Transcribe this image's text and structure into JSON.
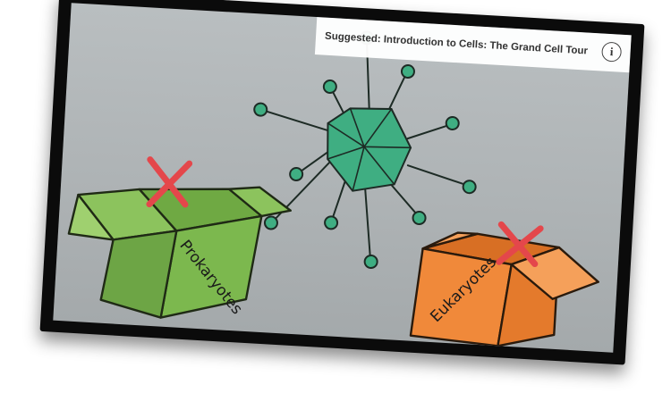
{
  "suggestion": {
    "text": "Suggested: Introduction to Cells: The Grand Cell Tour",
    "info_icon": "info-icon",
    "info_glyph": "i"
  },
  "boxes": {
    "left_label": "Prokaryotes",
    "right_label": "Eukaryotes",
    "mark_icon": "x-mark-icon"
  },
  "colors": {
    "green_box": "#7cb84e",
    "orange_box": "#f0893a",
    "virus": "#3fae82",
    "x_mark": "#e4474b"
  }
}
